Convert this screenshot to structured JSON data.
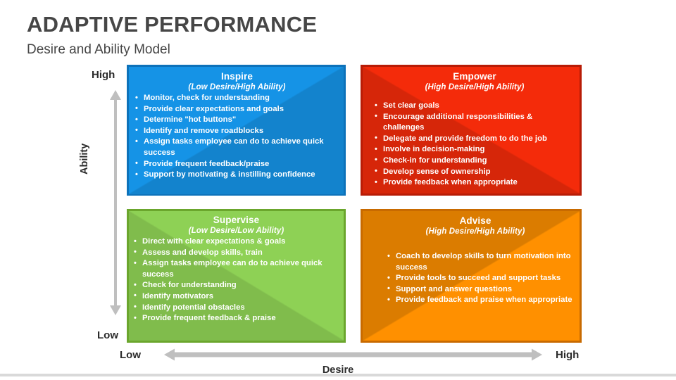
{
  "header": {
    "title": "ADAPTIVE PERFORMANCE",
    "subtitle": "Desire and Ability Model"
  },
  "axes": {
    "y": {
      "label": "Ability",
      "high": "High",
      "low": "Low",
      "arrow_icon": "double-arrow-vertical-icon",
      "arrow_color": "#bfbfbf"
    },
    "x": {
      "label": "Desire",
      "low": "Low",
      "high": "High",
      "arrow_icon": "double-arrow-horizontal-icon",
      "arrow_color": "#bfbfbf"
    }
  },
  "quadrants": [
    {
      "key": "inspire",
      "title": "Inspire",
      "subtitle": "(Low Desire/High Ability)",
      "color": "#1593e6",
      "border_color": "#0d72ba",
      "position": "top-left",
      "items": [
        "Monitor, check for understanding",
        "Provide clear expectations and goals",
        "Determine \"hot buttons\"",
        "Identify and remove roadblocks",
        "Assign tasks employee can do to achieve quick success",
        "Provide frequent feedback/praise",
        "Support by motivating & instilling confidence"
      ]
    },
    {
      "key": "empower",
      "title": "Empower",
      "subtitle": "(High Desire/High Ability)",
      "color": "#f42b0a",
      "border_color": "#b81c06",
      "position": "top-right",
      "items": [
        "Set clear goals",
        "Encourage additional responsibilities &  challenges",
        "Delegate and provide freedom to do the job",
        " Involve in decision-making",
        "Check-in for understanding",
        "Develop sense of ownership",
        "Provide feedback when appropriate"
      ]
    },
    {
      "key": "supervise",
      "title": "Supervise",
      "subtitle": "(Low Desire/Low Ability)",
      "color": "#8ed155",
      "border_color": "#6ba62d",
      "position": "bottom-left",
      "items": [
        "Direct with clear expectations &  goals",
        "Assess and develop skills, train",
        "Assign tasks employee can do to achieve quick success",
        "Check for understanding",
        "Identify motivators",
        "Identify potential obstacles",
        "Provide frequent feedback & praise"
      ]
    },
    {
      "key": "advise",
      "title": "Advise",
      "subtitle": "(High Desire/High Ability)",
      "color": "#ff9000",
      "border_color": "#c86a00",
      "position": "bottom-right",
      "items": [
        "Coach to develop skills to turn motivation into success",
        "Provide tools to succeed and support tasks",
        "Support and answer questions",
        "Provide feedback and praise when appropriate"
      ]
    }
  ]
}
